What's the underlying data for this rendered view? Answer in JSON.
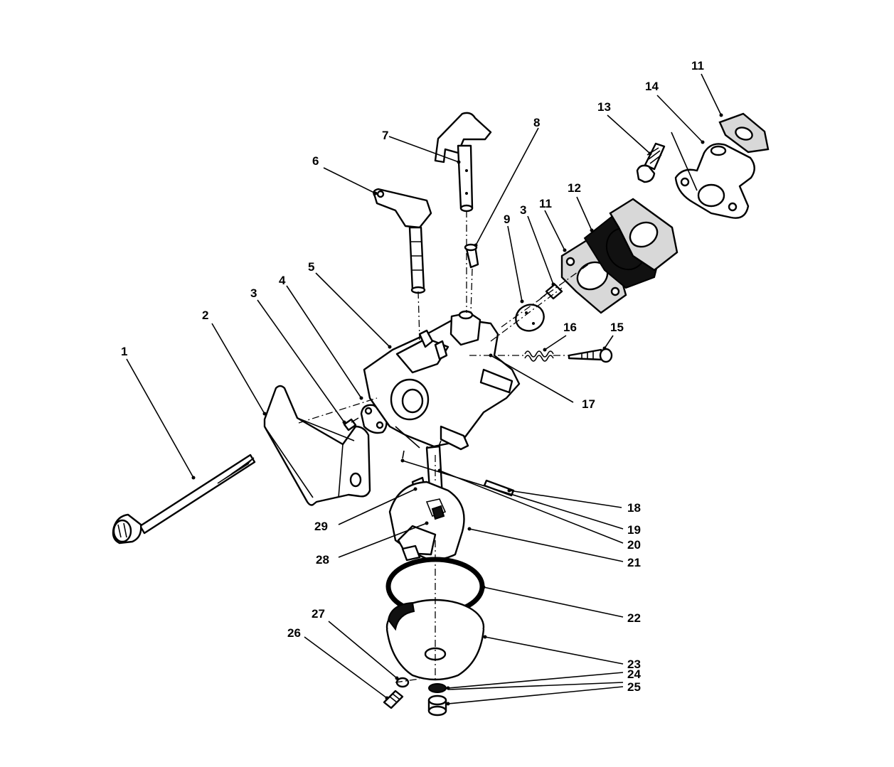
{
  "diagram": {
    "callouts": [
      {
        "id": "c1",
        "text": "1"
      },
      {
        "id": "c2",
        "text": "2"
      },
      {
        "id": "c3a",
        "text": "3"
      },
      {
        "id": "c4",
        "text": "4"
      },
      {
        "id": "c5",
        "text": "5"
      },
      {
        "id": "c6",
        "text": "6"
      },
      {
        "id": "c7",
        "text": "7"
      },
      {
        "id": "c8",
        "text": "8"
      },
      {
        "id": "c9",
        "text": "9"
      },
      {
        "id": "c3b",
        "text": "3"
      },
      {
        "id": "c11a",
        "text": "11"
      },
      {
        "id": "c12",
        "text": "12"
      },
      {
        "id": "c13",
        "text": "13"
      },
      {
        "id": "c14",
        "text": "14"
      },
      {
        "id": "c11b",
        "text": "11"
      },
      {
        "id": "c16",
        "text": "16"
      },
      {
        "id": "c15",
        "text": "15"
      },
      {
        "id": "c17",
        "text": "17"
      },
      {
        "id": "c18",
        "text": "18"
      },
      {
        "id": "c19",
        "text": "19"
      },
      {
        "id": "c20",
        "text": "20"
      },
      {
        "id": "c21",
        "text": "21"
      },
      {
        "id": "c22",
        "text": "22"
      },
      {
        "id": "c23",
        "text": "23"
      },
      {
        "id": "c24",
        "text": "24"
      },
      {
        "id": "c25",
        "text": "25"
      },
      {
        "id": "c26",
        "text": "26"
      },
      {
        "id": "c27",
        "text": "27"
      },
      {
        "id": "c28",
        "text": "28"
      },
      {
        "id": "c29",
        "text": "29"
      }
    ]
  }
}
